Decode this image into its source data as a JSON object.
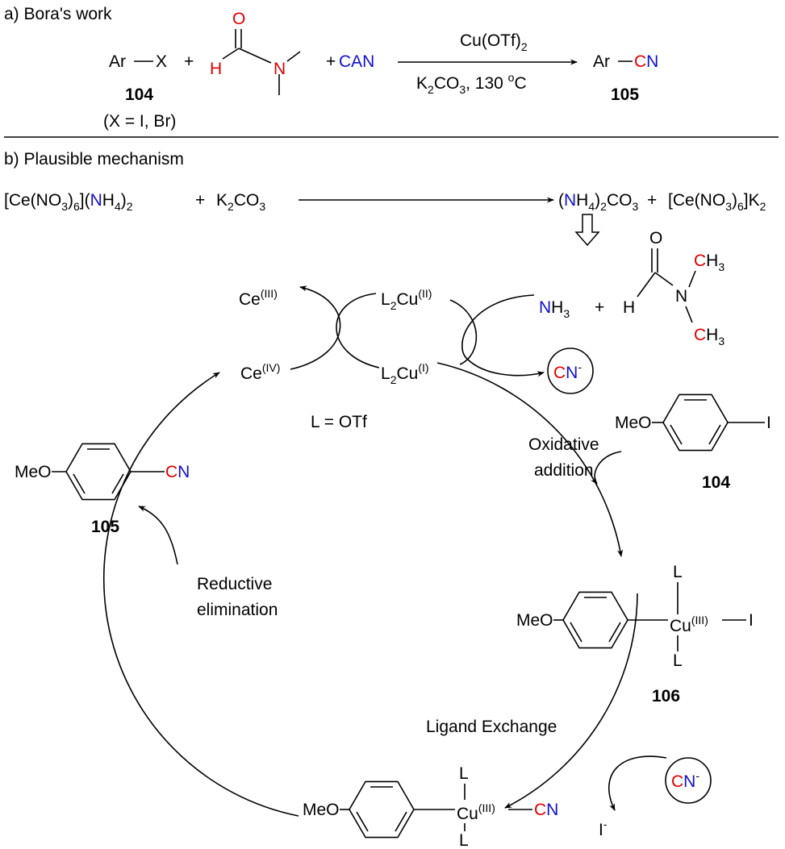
{
  "colors": {
    "red": "#e00000",
    "blue": "#1010d0",
    "black": "#000000"
  },
  "section_a": {
    "title": "a) Bora's work",
    "reactant_arx": [
      [
        "Ar",
        ""
      ],
      [
        "X",
        ""
      ]
    ],
    "plus": "+",
    "dmf": {
      "O": "O",
      "H": "H",
      "N": "N"
    },
    "can": "CAN",
    "reagent_above": [
      [
        "Cu(OTf)",
        ""
      ],
      [
        "2",
        "_"
      ]
    ],
    "reagent_below": [
      [
        "K",
        ""
      ],
      [
        "2",
        "_"
      ],
      [
        "CO",
        ""
      ],
      [
        "3",
        "_"
      ],
      [
        ", 130 ",
        ""
      ],
      [
        "o",
        "^"
      ],
      [
        "C",
        ""
      ]
    ],
    "product": [
      [
        "Ar",
        ""
      ],
      [
        "C",
        "r"
      ],
      [
        "N",
        "b"
      ]
    ],
    "label_104": "104",
    "label_x": "(X = I, Br)",
    "label_105": "105"
  },
  "section_b": {
    "title": "b) Plausible mechanism",
    "eq_left": [
      [
        "[Ce(NO",
        ""
      ],
      [
        "3",
        "_"
      ],
      [
        ")",
        ""
      ],
      [
        "6",
        "_"
      ],
      [
        "](",
        ""
      ],
      [
        "N",
        "b"
      ],
      [
        "H",
        ""
      ],
      [
        "4",
        "_"
      ],
      [
        ")",
        ""
      ],
      [
        "2",
        "_"
      ]
    ],
    "eq_k2co3": [
      [
        "K",
        ""
      ],
      [
        "2",
        "_"
      ],
      [
        "CO",
        ""
      ],
      [
        "3",
        "_"
      ]
    ],
    "eq_nh4co3": [
      [
        "(",
        ""
      ],
      [
        "N",
        "b"
      ],
      [
        "H",
        ""
      ],
      [
        "4",
        "_"
      ],
      [
        ")",
        ""
      ],
      [
        "2",
        "_"
      ],
      [
        "CO",
        ""
      ],
      [
        "3",
        "_"
      ]
    ],
    "eq_right": [
      [
        "[Ce(NO",
        ""
      ],
      [
        "3",
        "_"
      ],
      [
        ")",
        ""
      ],
      [
        "6",
        "_"
      ],
      [
        "]K",
        ""
      ],
      [
        "2",
        "_"
      ]
    ],
    "ce3": [
      [
        "Ce",
        ""
      ],
      [
        "(III)",
        "^"
      ]
    ],
    "ce4": [
      [
        "Ce",
        ""
      ],
      [
        "(IV)",
        "^"
      ]
    ],
    "cu2": [
      [
        "L",
        ""
      ],
      [
        "2",
        "_"
      ],
      [
        "Cu",
        ""
      ],
      [
        "(II)",
        "^"
      ]
    ],
    "cu1": [
      [
        "L",
        ""
      ],
      [
        "2",
        "_"
      ],
      [
        "Cu",
        ""
      ],
      [
        "(I)",
        "^"
      ]
    ],
    "nh3": [
      [
        "N",
        "b"
      ],
      [
        "H",
        ""
      ],
      [
        "3",
        "_"
      ]
    ],
    "dmf": {
      "O": "O",
      "H": "H",
      "N": "N",
      "ch3_top": [
        [
          "C",
          "r"
        ],
        [
          "H",
          ""
        ],
        [
          "3",
          "_"
        ]
      ],
      "ch3_bottom": [
        [
          "C",
          "r"
        ],
        [
          "H",
          ""
        ],
        [
          "3",
          "_"
        ]
      ]
    },
    "cn_minus": [
      [
        "C",
        "r"
      ],
      [
        "N",
        "b"
      ],
      [
        "-",
        "^"
      ]
    ],
    "ligand_def": "L = OTf",
    "oxidative_addition": [
      "Oxidative",
      "addition"
    ],
    "reductive_elimination": [
      "Reductive",
      "elimination"
    ],
    "ligand_exchange": "Ligand Exchange",
    "meo": "MeO",
    "iodo": "I",
    "cn_product": [
      [
        "C",
        "r"
      ],
      [
        "N",
        "b"
      ]
    ],
    "label_104": "104",
    "label_105": "105",
    "label_106": "106",
    "cu3": [
      [
        "Cu",
        ""
      ],
      [
        "(III)",
        "^"
      ]
    ],
    "L": "L",
    "iodide": [
      [
        "I",
        ""
      ],
      [
        "-",
        "^"
      ]
    ]
  }
}
